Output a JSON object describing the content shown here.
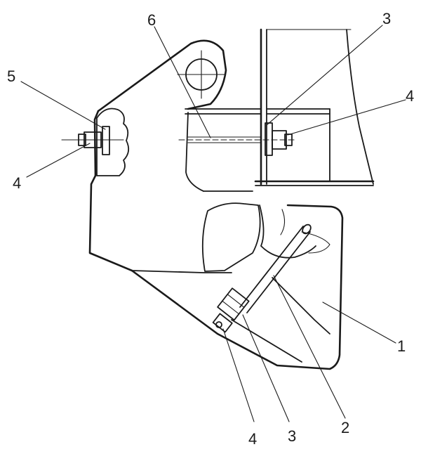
{
  "diagram": {
    "callouts": [
      {
        "id": "c1",
        "text": "1"
      },
      {
        "id": "c2",
        "text": "2"
      },
      {
        "id": "c3-top",
        "text": "3"
      },
      {
        "id": "c3-bottom",
        "text": "3"
      },
      {
        "id": "c4-left",
        "text": "4"
      },
      {
        "id": "c4-right",
        "text": "4"
      },
      {
        "id": "c4-bottom",
        "text": "4"
      },
      {
        "id": "c5",
        "text": "5"
      },
      {
        "id": "c6",
        "text": "6"
      }
    ]
  }
}
